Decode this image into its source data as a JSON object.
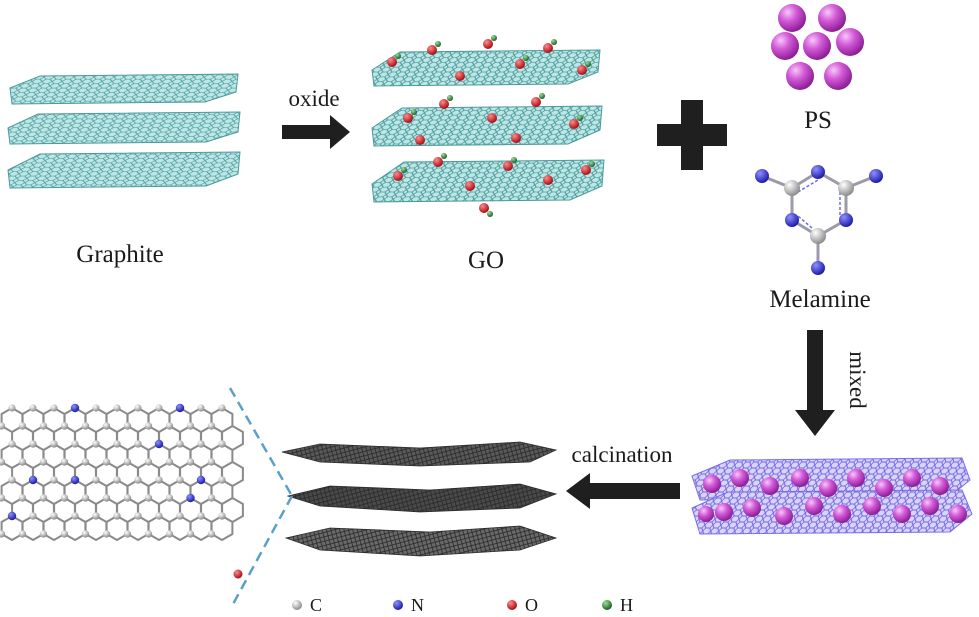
{
  "labels": {
    "graphite": "Graphite",
    "go": "GO",
    "ps": "PS",
    "melamine": "Melamine",
    "oxide": "oxide",
    "mixed": "mixed",
    "calcination": "calcination"
  },
  "legend": [
    {
      "symbol": "C",
      "color": "#c8c8c8"
    },
    {
      "symbol": "N",
      "color": "#3a3ad8"
    },
    {
      "symbol": "O",
      "color": "#e0202c"
    },
    {
      "symbol": "H",
      "color": "#2f8a3a"
    }
  ],
  "colors": {
    "graphene_sheet": "#9fd6d6",
    "graphene_edge": "#4b9a9a",
    "ps_sphere": "#d35ad8",
    "arrow": "#1f1f1f",
    "network_blue": "#7a6fe6",
    "cut_line": "#5aa0c8"
  }
}
